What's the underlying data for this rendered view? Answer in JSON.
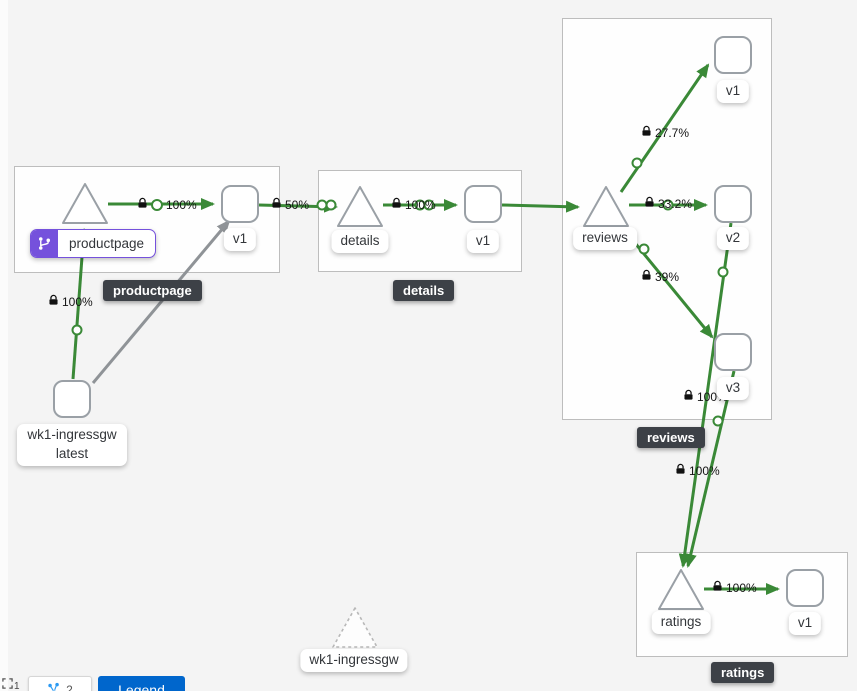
{
  "colors": {
    "edge_green": "#3a8937",
    "edge_idle": "#8f9397",
    "badge_purple": "#7551dc",
    "tooltip_bg": "#3d4147",
    "legend_blue": "#0066cc"
  },
  "groups": {
    "productpage": {
      "tooltip": "productpage"
    },
    "details": {
      "tooltip": "details"
    },
    "reviews": {
      "tooltip": "reviews"
    },
    "ratings": {
      "tooltip": "ratings"
    }
  },
  "nodes": {
    "productpage_app": "productpage",
    "productpage_v1": "v1",
    "ingress_workload": "wk1-ingressgw",
    "ingress_version": "latest",
    "details_service": "details",
    "details_v1": "v1",
    "reviews_service": "reviews",
    "reviews_v1": "v1",
    "reviews_v2": "v2",
    "reviews_v3": "v3",
    "ratings_service": "ratings",
    "ratings_v1": "v1",
    "ghost_service": "wk1-ingressgw"
  },
  "edges": {
    "ingress_to_productpage": "100%",
    "productpage_to_v1": "100%",
    "v1_to_details": "50%",
    "details_to_v1": "100%",
    "reviews_to_v1": "27.7%",
    "reviews_to_v2": "33.2%",
    "reviews_to_v3": "39%",
    "v3_to_ratings": "100%",
    "v2_to_ratings": "100%",
    "ratings_to_v1": "100%"
  },
  "toolbar": {
    "legend": "Legend",
    "zoom_badge": "1",
    "layout_badge": "2"
  }
}
